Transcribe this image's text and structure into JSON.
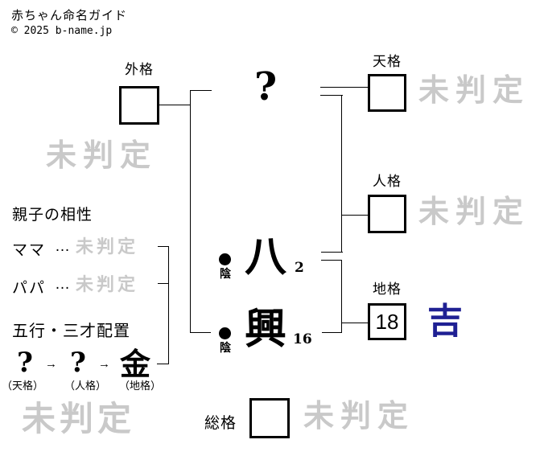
{
  "header": {
    "title": "赤ちゃん命名ガイド",
    "copyright": "© 2025 b-name.jp"
  },
  "name": {
    "surname_char": "?",
    "given_chars": [
      {
        "char": "八",
        "strokes": "2",
        "inyo": "陰"
      },
      {
        "char": "興",
        "strokes": "16",
        "inyo": "陰"
      }
    ]
  },
  "kaku": {
    "gaikaku": {
      "label": "外格",
      "value": "",
      "result": "未判定"
    },
    "tenkaku": {
      "label": "天格",
      "value": "",
      "result": "未判定"
    },
    "jinkaku": {
      "label": "人格",
      "value": "",
      "result": "未判定"
    },
    "chikaku": {
      "label": "地格",
      "value": "18",
      "result": "吉"
    },
    "soukaku": {
      "label": "総格",
      "value": "",
      "result": "未判定"
    }
  },
  "compatibility": {
    "title": "親子の相性",
    "rows": [
      {
        "label": "ママ",
        "separator": "…",
        "result": "未判定"
      },
      {
        "label": "パパ",
        "separator": "…",
        "result": "未判定"
      }
    ]
  },
  "sansai": {
    "title": "五行・三才配置",
    "arrow": "→",
    "items": [
      {
        "element": "?",
        "label": "（天格）"
      },
      {
        "element": "?",
        "label": "（人格）"
      },
      {
        "element": "金",
        "label": "（地格）"
      }
    ],
    "result": "未判定"
  },
  "colors": {
    "watermark_gray": "#c9c9c9",
    "kichi_blue": "#1f2093",
    "line_black": "#000000"
  }
}
